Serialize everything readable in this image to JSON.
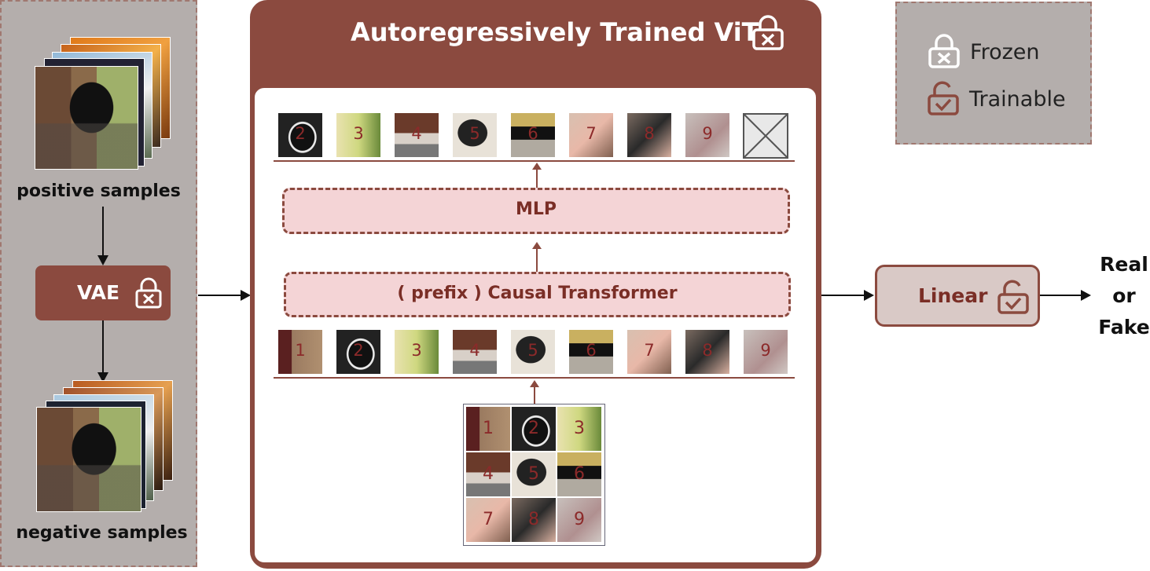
{
  "left": {
    "positive_label": "positive samples",
    "negative_label": "negative samples",
    "vae_label": "VAE"
  },
  "vit": {
    "title": "Autoregressively Trained ViT",
    "mlp_label": "MLP",
    "transformer_label": "( prefix ) Causal Transformer",
    "output_tokens": [
      "2",
      "3",
      "4",
      "5",
      "6",
      "7",
      "8",
      "9"
    ],
    "input_tokens": [
      "1",
      "2",
      "3",
      "4",
      "5",
      "6",
      "7",
      "8",
      "9"
    ],
    "grid_numbers": [
      "1",
      "2",
      "3",
      "4",
      "5",
      "6",
      "7",
      "8",
      "9"
    ]
  },
  "legend": {
    "frozen_label": "Frozen",
    "trainable_label": "Trainable"
  },
  "head": {
    "linear_label": "Linear",
    "output_line1": "Real",
    "output_line2": "or",
    "output_line3": "Fake"
  },
  "colors": {
    "brand": "#8b4a3f",
    "panel_gray": "#b4aeac",
    "pink": "#f4d4d6"
  }
}
